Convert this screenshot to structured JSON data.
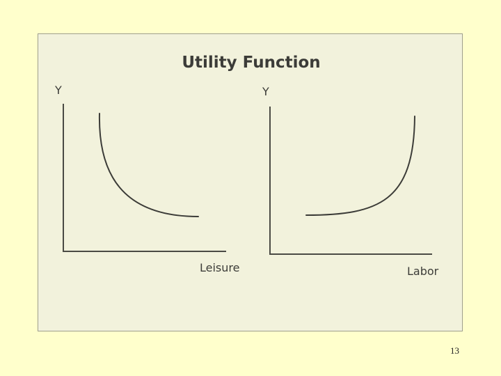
{
  "slide": {
    "page_number": "13"
  },
  "figure": {
    "title": "Utility Function",
    "left_panel": {
      "y_label": "Y",
      "x_label": "Leisure"
    },
    "right_panel": {
      "y_label": "Y",
      "x_label": "Labor"
    },
    "colors": {
      "background": "#FFFFCC",
      "panel": "#F2F2DC",
      "ink": "#3C3C38"
    }
  }
}
